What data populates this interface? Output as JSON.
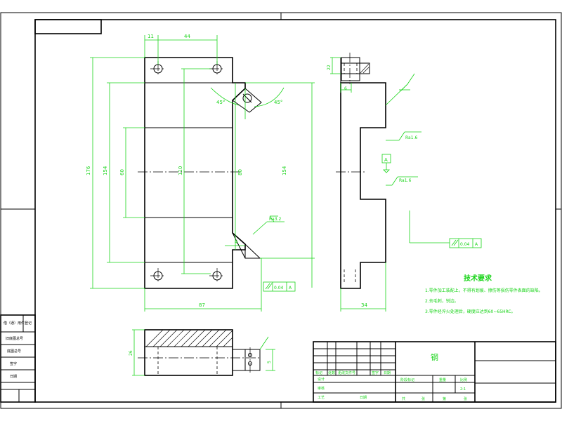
{
  "title_block": {
    "material": "钢",
    "scale": "2:1",
    "row_labels": [
      "标记",
      "处数",
      "更改文件号",
      "签字",
      "日期"
    ],
    "designer": "设计",
    "stage_mark": "阶段标记",
    "weight": "重量",
    "scale_label": "比例",
    "review": "审核",
    "process": "工艺",
    "date": "日期",
    "sheet_total": "共",
    "sheet_label": "张",
    "sheet_no": "第",
    "sheet_no_label": "张"
  },
  "left_strip": {
    "items": [
      "借（通）用件登记",
      "旧底图总号",
      "底图总号",
      "签字",
      "日期"
    ]
  },
  "tech_requirements": {
    "heading": "技术要求",
    "items": [
      "1.零件加工装配上，不得有划痕、擦伤等损伤零件表面的缺陷。",
      "2.去毛刺，锐边。",
      "3.零件经淬火处理后，硬度应达到60~65HRC。"
    ]
  },
  "dimensions": {
    "d11": "11",
    "d44": "44",
    "d176": "176",
    "d154": "154",
    "d60": "60",
    "d110": "110",
    "d80": "80",
    "d154r": "154",
    "d87": "87",
    "d4": "4",
    "a45l": "45°",
    "a45r": "45°",
    "d22": "22",
    "d34": "34",
    "d26": "26",
    "d5": "5",
    "d6": "6"
  },
  "surface_marks": {
    "ra32": "Ra3.2",
    "ra16a": "Ra1.6",
    "ra16b": "Ra1.6",
    "datum": "A"
  },
  "tolerances": {
    "parallel_left_value": "0.04",
    "parallel_left_datum": "A",
    "parallel_right_value": "0.04",
    "parallel_right_datum": "A"
  }
}
